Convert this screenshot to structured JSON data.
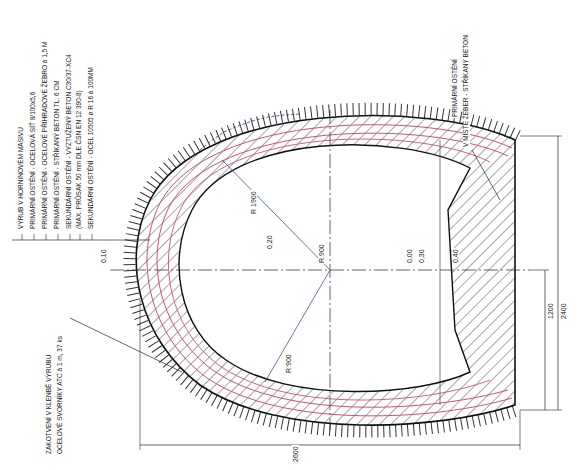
{
  "diagram": {
    "labels": [
      "VÝRUB V HORNINOVÉM MASIVU",
      "PRIMÁRNÍ OSTĚNÍ - OCELOVÁ SÍŤ 8/100x5,6",
      "PRIMÁRNÍ OSTĚNÍ - OCELOVÉ PŘÍHRADOVÉ ŽEBRO á 1,5 M",
      "PRIMÁRNÍ OSTĚNÍ - STŘÍKANÝ BETON TL. 6 CM",
      "SEKUNDÁRNÍ OSTĚNÍ - VYZTUŽENÝ BETON C30/37-XC4",
      "(MAX. PRŮSAK 50 mm DLE ČSN EN 12 390-8)",
      "SEKUNDÁRNÍ OSTĚNÍ - OCEL 10505 ø R 16 á 100MM",
      "ZAKOTVENÍ V KLENBĚ VÝRUBU",
      "OCELOVÉ SVORNÍKY ATC á 1 m, 37 ks",
      "PRIMÁRNÍ OSTĚNÍ",
      "V MÍSTĚ ŽEBER - STŘÍKANÝ BETON",
      "0,10",
      "R 1900",
      "0,20",
      "R 900",
      "0,00",
      "0,30",
      "0,40",
      "R 900",
      "1200",
      "2400",
      "2600"
    ]
  }
}
